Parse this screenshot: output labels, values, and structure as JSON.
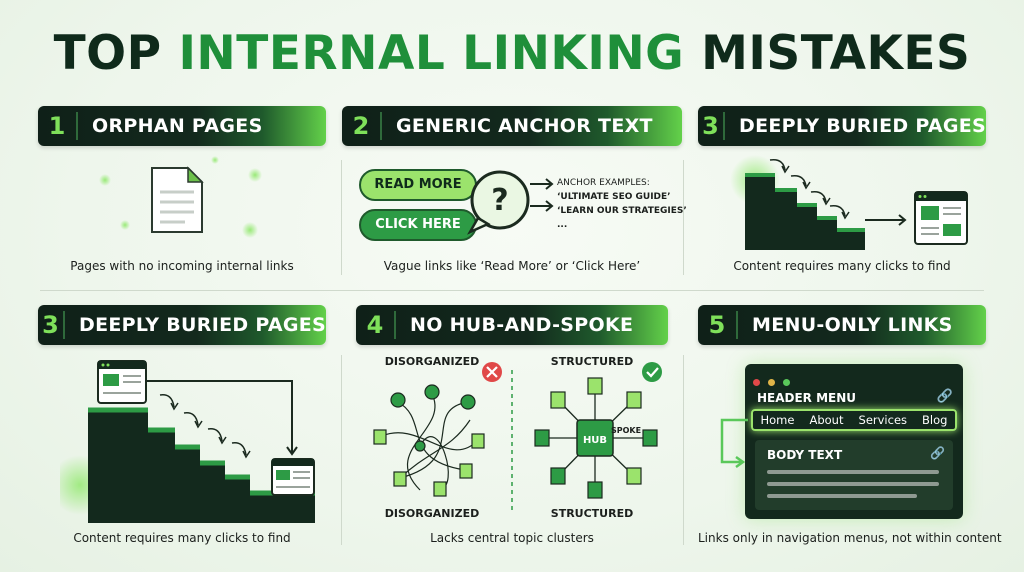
{
  "title": {
    "part1": "TOP ",
    "part2": "INTERNAL LINKING",
    "part3": " MISTAKES"
  },
  "cards": [
    {
      "number": "1",
      "heading": "ORPHAN PAGES",
      "caption": "Pages with no incoming internal links"
    },
    {
      "number": "2",
      "heading": "GENERIC ANCHOR TEXT",
      "caption": "Vague links like ‘Read More’ or ‘Click Here’",
      "buttons": [
        "READ MORE",
        "CLICK HERE"
      ],
      "anchor_title": "ANCHOR EXAMPLES:",
      "anchor_items": [
        "‘ULTIMATE SEO GUIDE’",
        "‘LEARN OUR STRATEGIES’",
        "..."
      ]
    },
    {
      "number": "3",
      "heading": "DEEPLY BURIED PAGES",
      "caption": "Content requires many clicks to find"
    },
    {
      "number": "3",
      "heading": "DEEPLY BURIED PAGES",
      "caption": "Content requires many clicks to find"
    },
    {
      "number": "4",
      "heading": "NO HUB-AND-SPOKE",
      "caption": "Lacks central topic clusters",
      "left_top": "DISORGANIZED",
      "right_top": "STRUCTURED",
      "left_bottom": "DISORGANIZED",
      "right_bottom": "STRUCTURED",
      "hub": "HUB",
      "spoke": "SPOKE"
    },
    {
      "number": "5",
      "heading": "MENU-ONLY LINKS",
      "caption": "Links only in navigation menus, not within content",
      "header_menu": "HEADER MENU",
      "nav": [
        "Home",
        "About",
        "Services",
        "Blog"
      ],
      "body_text": "BODY TEXT"
    }
  ],
  "colors": {
    "dark": "#0f2a1b",
    "accent": "#1f8f3a",
    "light_green": "#7fe05a"
  }
}
